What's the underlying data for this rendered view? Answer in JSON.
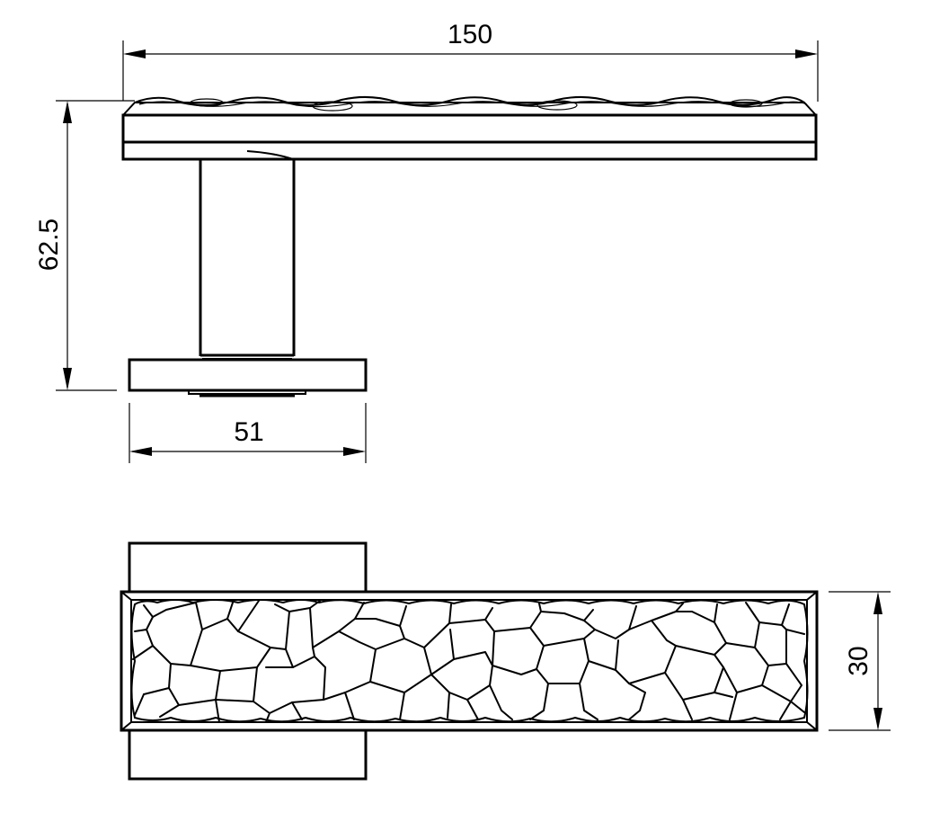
{
  "drawing": {
    "subject": "Door lever handle on square rose — side view and plan view",
    "views": [
      {
        "name": "side-view",
        "label": "Side elevation"
      },
      {
        "name": "plan-view",
        "label": "Top view with hammered/cellular texture"
      }
    ]
  },
  "dimensions": {
    "overall_length": {
      "value": "150",
      "unit": "mm",
      "orientation": "horizontal"
    },
    "overall_height": {
      "value": "62.5",
      "unit": "mm",
      "orientation": "vertical"
    },
    "rose_width": {
      "value": "51",
      "unit": "mm",
      "orientation": "horizontal"
    },
    "lever_width": {
      "value": "30",
      "unit": "mm",
      "orientation": "vertical"
    }
  },
  "colors": {
    "line": "#000000",
    "background": "#ffffff"
  }
}
